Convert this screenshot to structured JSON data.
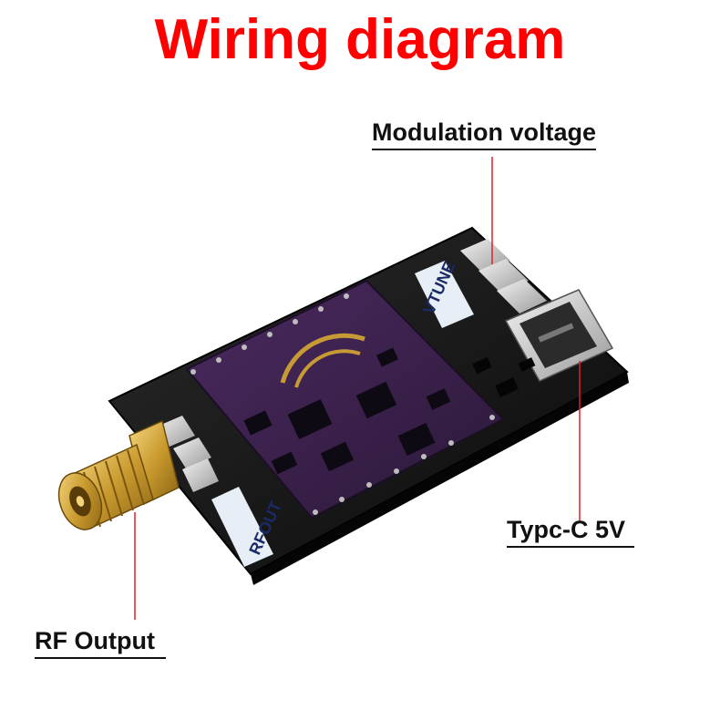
{
  "title": "Wiring diagram",
  "labels": {
    "modulation": "Modulation voltage",
    "typec": "Typc-C 5V",
    "rf_output": "RF Output"
  },
  "board": {
    "vtune_silk": "VTUNE",
    "rfout_silk": "RFOUT"
  },
  "colors": {
    "title": "#ff0000",
    "leader_line": "#e02020",
    "pcb": "#111111",
    "module": "#3a1f4a",
    "gold": "#d9a93a"
  }
}
